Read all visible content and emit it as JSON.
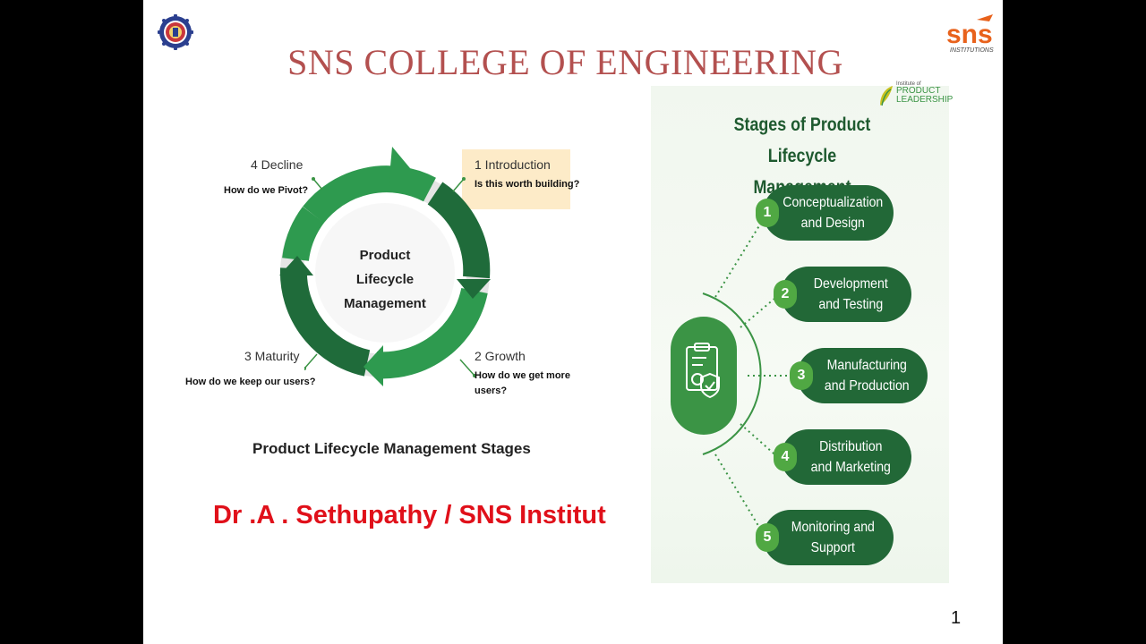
{
  "slide": {
    "title": "SNS COLLEGE OF ENGINEERING",
    "author_line": "Dr .A . Sethupathy / SNS Institut",
    "page_number": "1",
    "logos": {
      "right": "sns-institutions-logo",
      "left": "college-emblem"
    }
  },
  "plm_cycle": {
    "center_label": [
      "Product",
      "Lifecycle",
      "Management"
    ],
    "caption": "Product Lifecycle Management Stages",
    "stages": [
      {
        "title": "1 Introduction",
        "question": "Is this worth building?"
      },
      {
        "title": "2 Growth",
        "question_lines": [
          "How do we get more",
          "users?"
        ]
      },
      {
        "title": "3 Maturity",
        "question": "How do we keep our users?"
      },
      {
        "title": "4 Decline",
        "question": "How do we Pivot?"
      }
    ],
    "colors": {
      "dark_green": "#1f6b3a",
      "mid_green": "#2e9a4f",
      "light_gray": "#e6e6e6",
      "highlight": "#fdebc8"
    }
  },
  "infographic": {
    "title_lines": [
      "Stages of Product Lifecycle",
      "Management"
    ],
    "logo_text": [
      "Institute of",
      "PRODUCT",
      "LEADERSHIP"
    ],
    "stages": [
      {
        "num": "1",
        "lines": [
          "Conceptualization",
          "and Design"
        ]
      },
      {
        "num": "2",
        "lines": [
          "Development",
          "and Testing"
        ]
      },
      {
        "num": "3",
        "lines": [
          "Manufacturing",
          "and Production"
        ]
      },
      {
        "num": "4",
        "lines": [
          "Distribution",
          "and Marketing"
        ]
      },
      {
        "num": "5",
        "lines": [
          "Monitoring and",
          "Support"
        ]
      }
    ],
    "center_icon": "clipboard-gear-shield-icon",
    "colors": {
      "pill": "#226837",
      "badge": "#50a843",
      "title": "#1e5a2f"
    }
  }
}
